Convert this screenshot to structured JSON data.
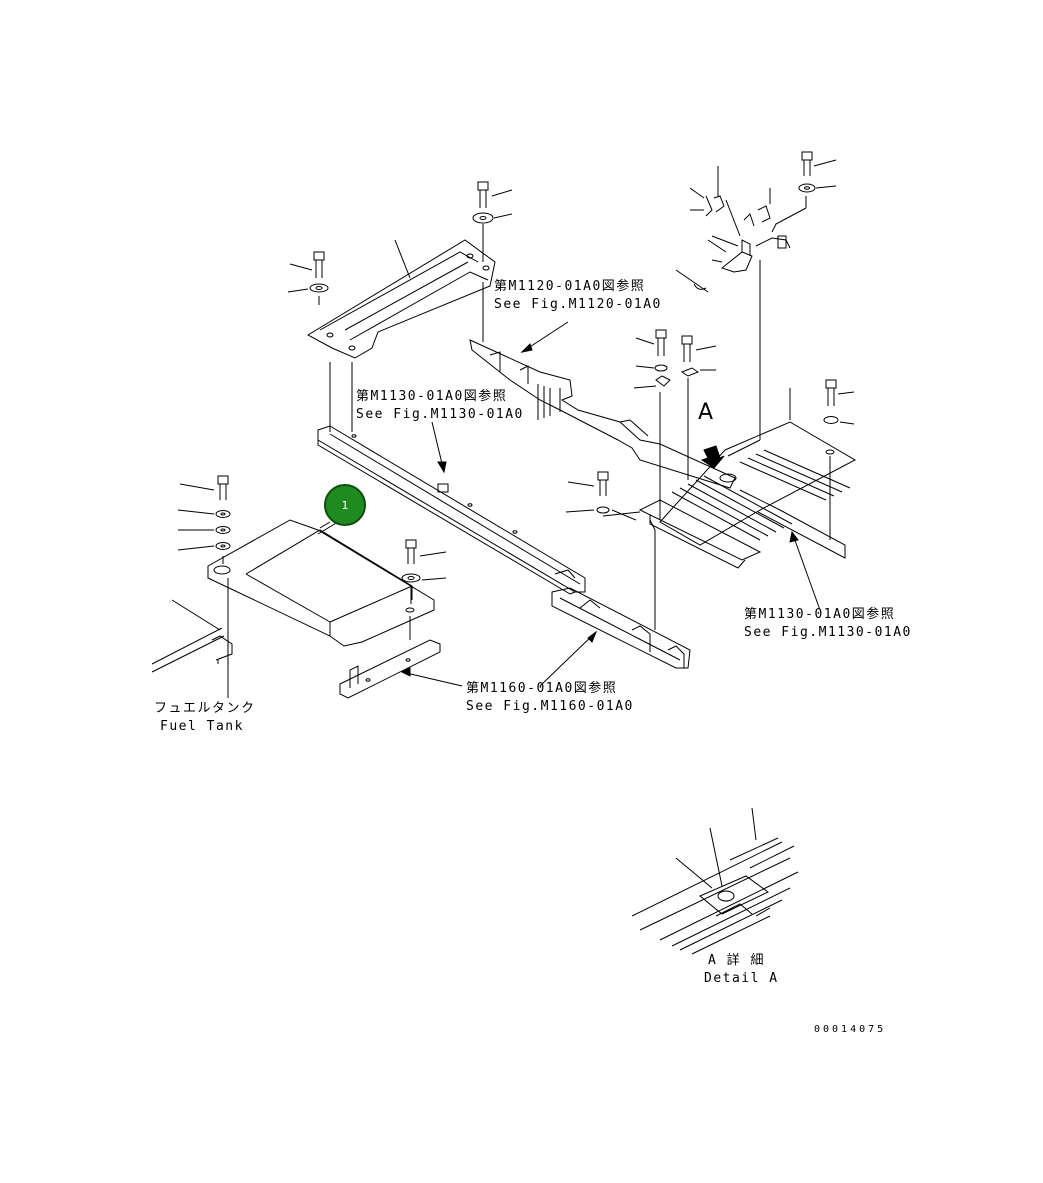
{
  "refs": {
    "m1120_jp": "第M1120-01A0図参照",
    "m1120_en": "See Fig.M1120-01A0",
    "m1130_top_jp": "第M1130-01A0図参照",
    "m1130_top_en": "See Fig.M1130-01A0",
    "m1130_right_jp": "第M1130-01A0図参照",
    "m1130_right_en": "See Fig.M1130-01A0",
    "m1160_jp": "第M1160-01A0図参照",
    "m1160_en": "See Fig.M1160-01A0"
  },
  "fuel_tank": {
    "jp": "フュエルタンク",
    "en": "Fuel Tank"
  },
  "view_letter": "A",
  "detail": {
    "jp": "A 詳 細",
    "en": "Detail A"
  },
  "callout_1": {
    "number": "1",
    "color": "#1f8a1f"
  },
  "document_id": "00014075"
}
